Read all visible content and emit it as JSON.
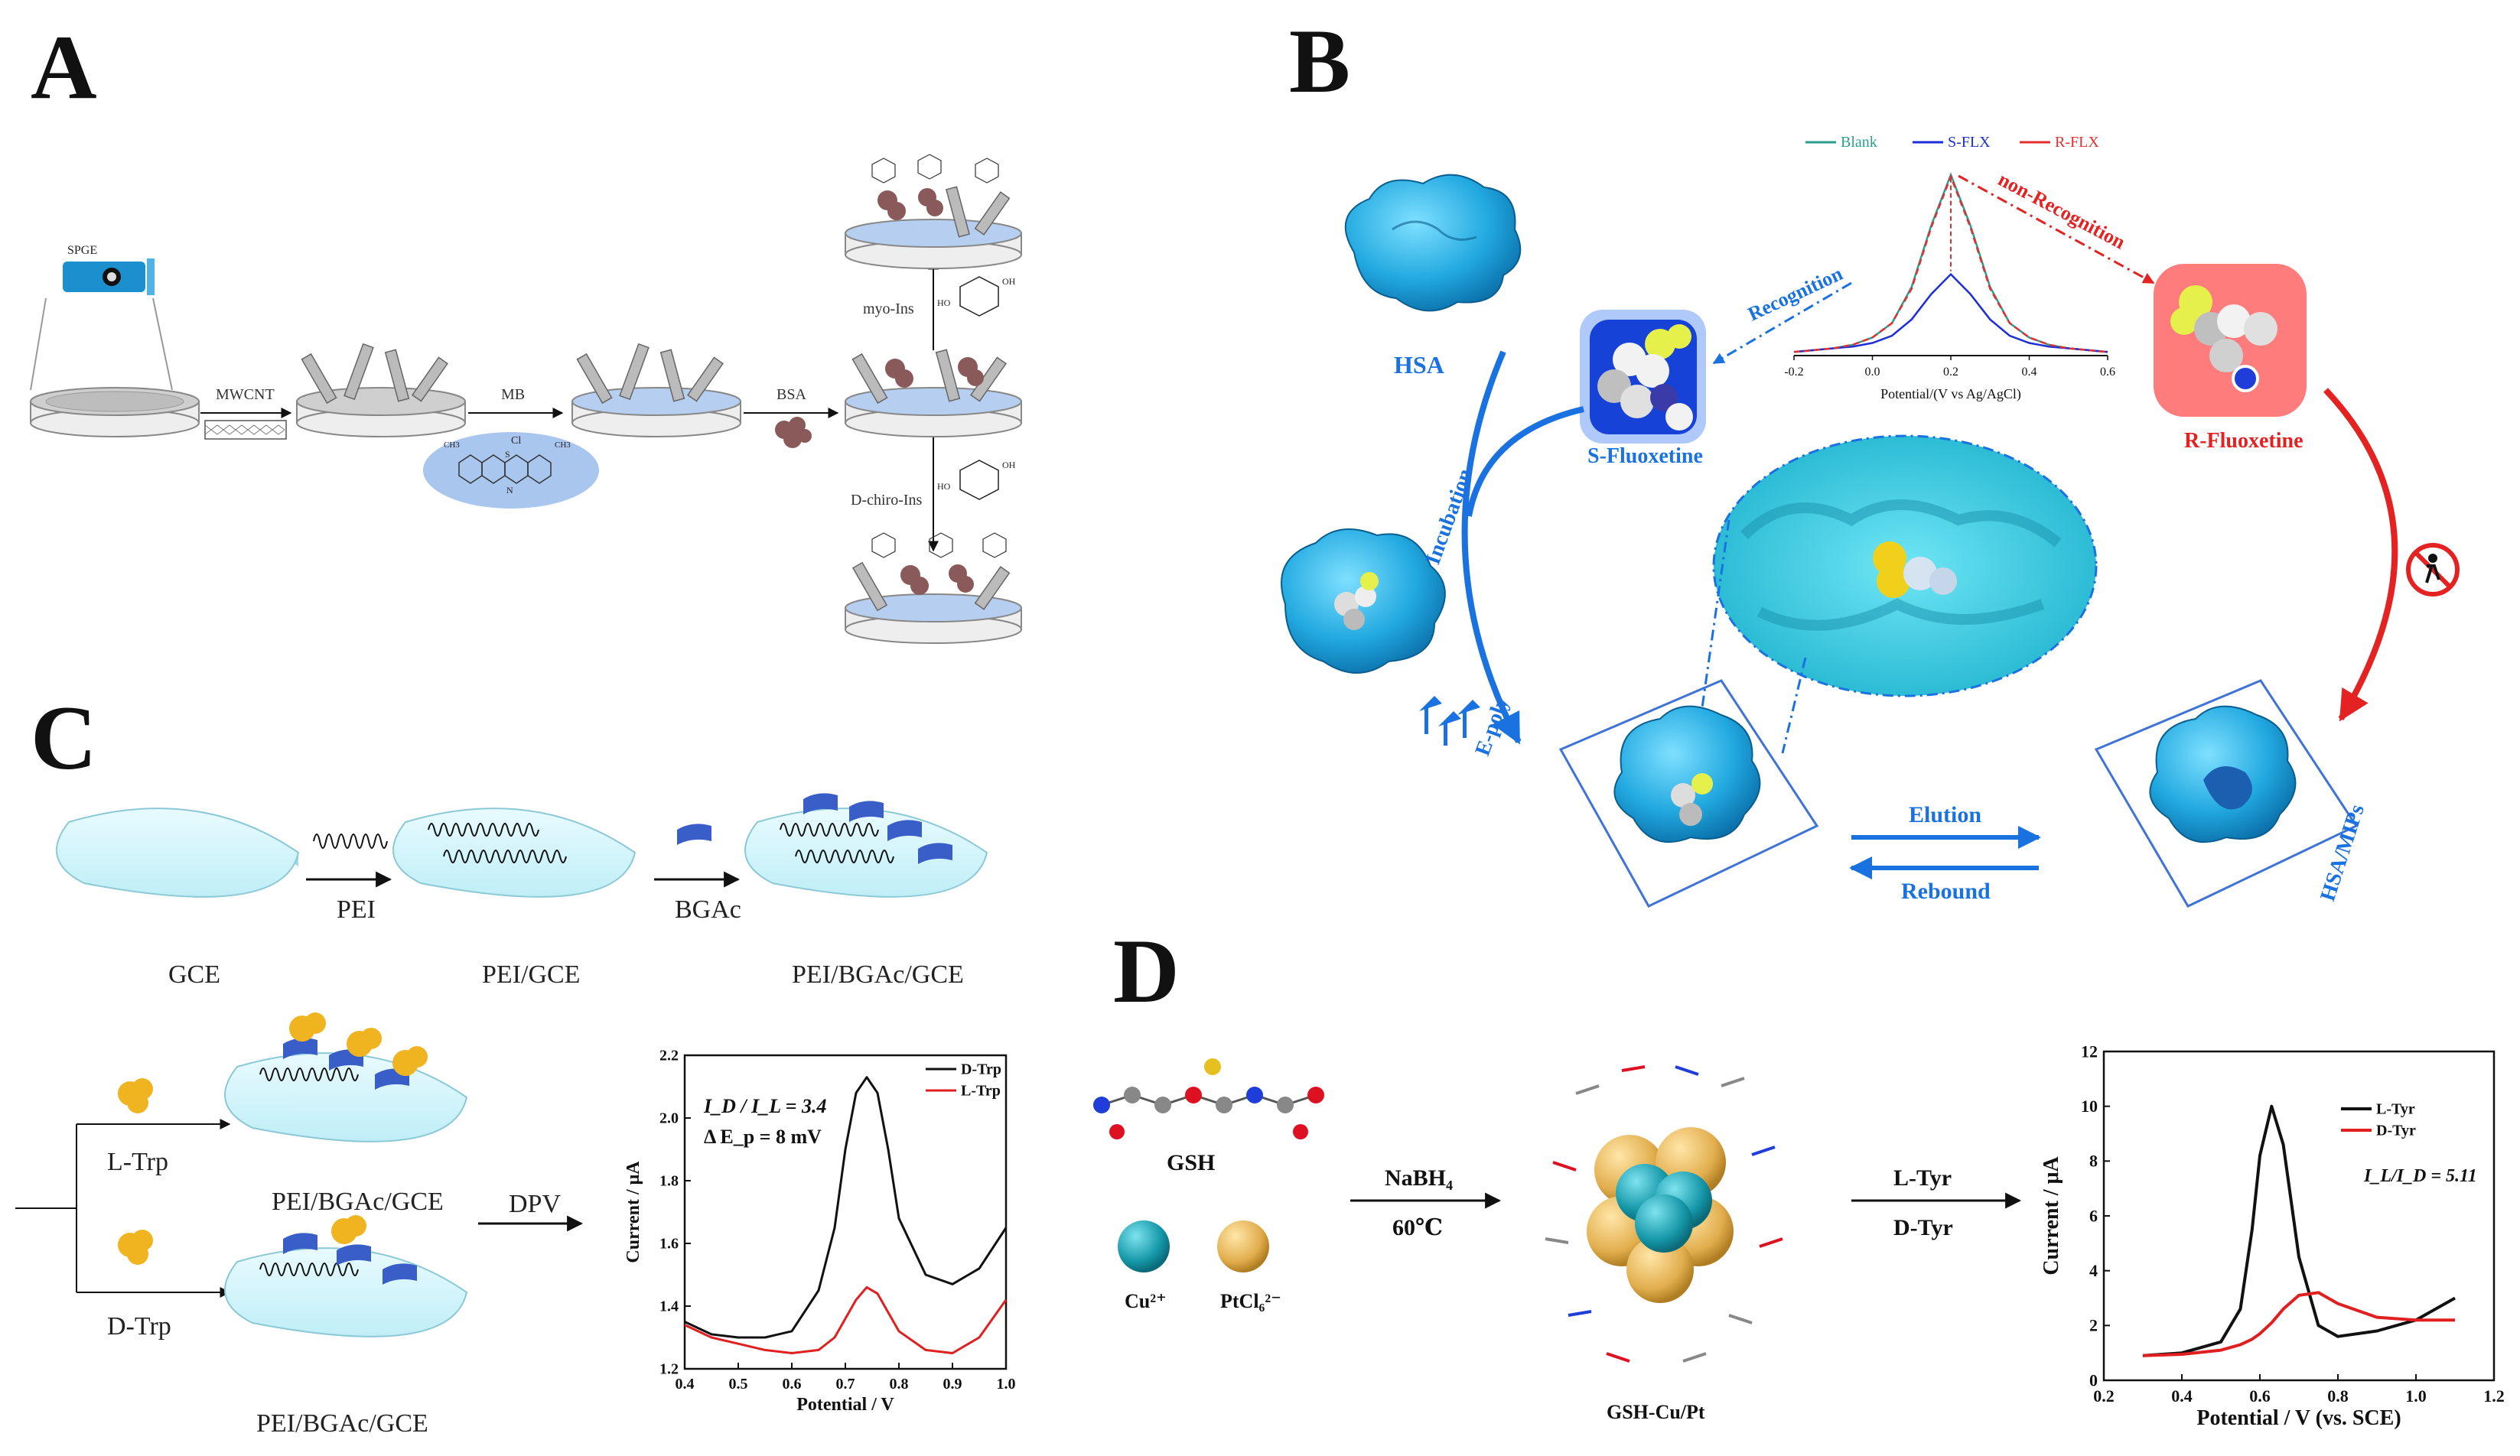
{
  "panels": {
    "A": {
      "letter": "A",
      "spge": "SPGE",
      "steps": [
        "MWCNT",
        "MB",
        "BSA"
      ],
      "branch_top": "myo-Ins",
      "branch_bottom": "D-chiro-Ins",
      "mb_cl": "Cl",
      "mb_s": "S",
      "mb_n": "N",
      "mb_ch3": "CH3",
      "oh": "OH",
      "ho": "HO"
    },
    "B": {
      "letter": "B",
      "hsa": "HSA",
      "s_fluoxetine": "S-Fluoxetine",
      "r_fluoxetine": "R-Fluoxetine",
      "recognition": "Recognition",
      "non_recognition": "non-Recognition",
      "incubation": "Incubation",
      "epoly": "E-poly",
      "elution": "Elution",
      "rebound": "Rebound",
      "hsa_mips": "HSA/MIPs"
    },
    "C": {
      "letter": "C",
      "gce": "GCE",
      "pei": "PEI",
      "bgac": "BGAc",
      "pei_gce": "PEI/GCE",
      "pei_bgac_gce": "PEI/BGAc/GCE",
      "l_trp": "L-Trp",
      "d_trp": "D-Trp",
      "dpv": "DPV"
    },
    "D": {
      "letter": "D",
      "gsh": "GSH",
      "cu": "Cu²⁺",
      "ptcl": "PtCl₆²⁻",
      "nabh4": "NaBH₄",
      "temp": "60℃",
      "l_tyr": "L-Tyr",
      "d_tyr": "D-Tyr",
      "product": "GSH-Cu/Pt"
    }
  },
  "chart_data": [
    {
      "id": "B-inset",
      "type": "line",
      "xlabel": "Potential/(V vs Ag/AgCl)",
      "ylabel": "",
      "xlim": [
        -0.2,
        0.6
      ],
      "ylim": [
        0,
        1.1
      ],
      "xticks": [
        "-0.2",
        "0.0",
        "0.2",
        "0.4",
        "0.6"
      ],
      "legend": "top",
      "x": [
        -0.2,
        -0.15,
        -0.1,
        -0.05,
        0.0,
        0.05,
        0.1,
        0.15,
        0.2,
        0.25,
        0.3,
        0.35,
        0.4,
        0.45,
        0.5,
        0.55,
        0.6
      ],
      "series": [
        {
          "name": "Blank",
          "color": "#2a9d8f",
          "values": [
            0.02,
            0.03,
            0.04,
            0.06,
            0.1,
            0.18,
            0.38,
            0.72,
            1.0,
            0.72,
            0.38,
            0.18,
            0.1,
            0.06,
            0.04,
            0.03,
            0.02
          ]
        },
        {
          "name": "S-FLX",
          "color": "#1d2ed8",
          "values": [
            0.02,
            0.03,
            0.04,
            0.05,
            0.07,
            0.11,
            0.2,
            0.34,
            0.45,
            0.34,
            0.2,
            0.11,
            0.07,
            0.05,
            0.04,
            0.03,
            0.02
          ]
        },
        {
          "name": "R-FLX",
          "color": "#e03030",
          "values": [
            0.02,
            0.03,
            0.04,
            0.06,
            0.1,
            0.18,
            0.37,
            0.71,
            0.99,
            0.71,
            0.37,
            0.18,
            0.1,
            0.06,
            0.04,
            0.03,
            0.02
          ]
        }
      ]
    },
    {
      "id": "C-dpv",
      "type": "line",
      "xlabel": "Potential / V",
      "ylabel": "Current / μA",
      "xlim": [
        0.4,
        1.0
      ],
      "ylim": [
        1.2,
        2.2
      ],
      "xticks": [
        "0.4",
        "0.5",
        "0.6",
        "0.7",
        "0.8",
        "0.9",
        "1.0"
      ],
      "yticks": [
        "1.2",
        "1.4",
        "1.6",
        "1.8",
        "2.0",
        "2.2"
      ],
      "legend": "top-right",
      "annotation_1": "I_D / I_L = 3.4",
      "annotation_2": "Δ E_p = 8 mV",
      "x": [
        0.4,
        0.45,
        0.5,
        0.55,
        0.6,
        0.65,
        0.68,
        0.7,
        0.72,
        0.74,
        0.76,
        0.78,
        0.8,
        0.85,
        0.9,
        0.95,
        1.0
      ],
      "series": [
        {
          "name": "D-Trp",
          "color": "#111111",
          "values": [
            1.35,
            1.31,
            1.3,
            1.3,
            1.32,
            1.45,
            1.65,
            1.9,
            2.08,
            2.13,
            2.08,
            1.9,
            1.68,
            1.5,
            1.47,
            1.52,
            1.65
          ]
        },
        {
          "name": "L-Trp",
          "color": "#e02020",
          "values": [
            1.34,
            1.3,
            1.28,
            1.26,
            1.25,
            1.26,
            1.3,
            1.36,
            1.42,
            1.46,
            1.44,
            1.38,
            1.32,
            1.26,
            1.25,
            1.3,
            1.42
          ]
        }
      ]
    },
    {
      "id": "D-dpv",
      "type": "line",
      "xlabel": "Potential / V (vs. SCE)",
      "ylabel": "Current / μA",
      "xlim": [
        0.2,
        1.2
      ],
      "ylim": [
        0,
        12
      ],
      "xticks": [
        "0.2",
        "0.4",
        "0.6",
        "0.8",
        "1.0",
        "1.2"
      ],
      "yticks": [
        "0",
        "2",
        "4",
        "6",
        "8",
        "10",
        "12"
      ],
      "legend": "top-right",
      "annotation_1": "I_L/I_D = 5.11",
      "x": [
        0.3,
        0.4,
        0.5,
        0.55,
        0.58,
        0.6,
        0.63,
        0.66,
        0.7,
        0.75,
        0.8,
        0.9,
        1.0,
        1.1
      ],
      "series": [
        {
          "name": "L-Tyr",
          "color": "#111111",
          "values": [
            0.9,
            1.0,
            1.4,
            2.6,
            5.5,
            8.2,
            10.0,
            8.6,
            4.5,
            2.0,
            1.6,
            1.8,
            2.2,
            3.0
          ]
        },
        {
          "name": "D-Tyr",
          "color": "#e02020",
          "values": [
            0.9,
            0.95,
            1.1,
            1.3,
            1.5,
            1.7,
            2.1,
            2.6,
            3.1,
            3.2,
            2.8,
            2.3,
            2.2,
            2.2
          ]
        }
      ]
    }
  ]
}
